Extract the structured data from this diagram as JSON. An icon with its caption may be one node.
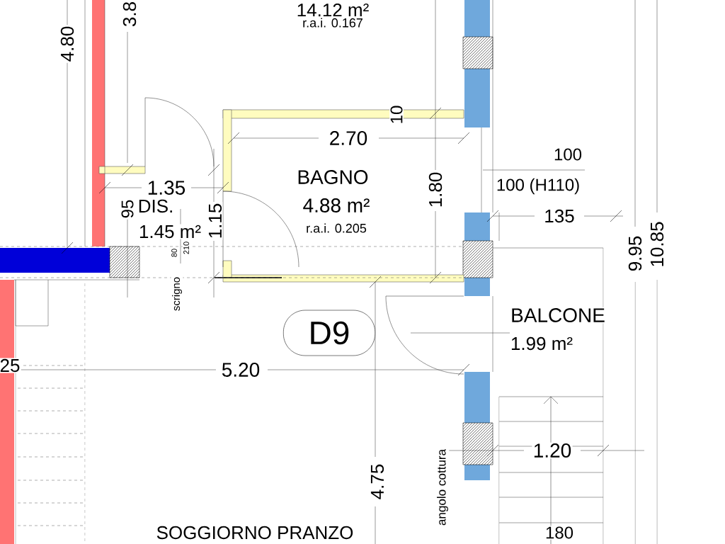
{
  "diagram": {
    "nodes": [
      {
        "text": [
          "D9"
        ]
      }
    ],
    "labels": [
      "14.12 m²",
      "r.a.i. 0.167",
      "4.80",
      "3.8",
      "10",
      "2.70",
      "100",
      "BAGNO",
      "4.88 m²",
      "r.a.i. 0.205",
      "1.35",
      "1.80",
      "100 (H110)",
      "95",
      "DIS.",
      "1.15",
      "135",
      "1.45 m²",
      "80",
      "210",
      "9.95",
      "10.85",
      "scrigno",
      "BALCONE",
      "1.99 m²",
      "25",
      "5.20",
      "4.75",
      "angolo cottura",
      "1.20",
      "SOGGIORNO PRANZO",
      "180"
    ]
  }
}
